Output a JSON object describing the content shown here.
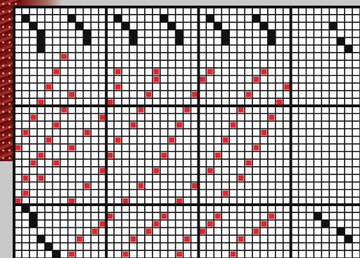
{
  "pattern": {
    "cols": 45,
    "rows": 33,
    "colors": {
      "paper": "#ffffff",
      "line": "#111111",
      "black_fill": "#111111",
      "red_fill": "#e8242b",
      "background": "#c9c9c9",
      "photo": "#7a1410"
    },
    "black_cells": [
      [
        1,
        1
      ],
      [
        2,
        2
      ],
      [
        3,
        3
      ],
      [
        3,
        4
      ],
      [
        3,
        5
      ],
      [
        7,
        1
      ],
      [
        8,
        2
      ],
      [
        9,
        3
      ],
      [
        9,
        4
      ],
      [
        13,
        1
      ],
      [
        14,
        2
      ],
      [
        15,
        3
      ],
      [
        15,
        4
      ],
      [
        19,
        1
      ],
      [
        20,
        2
      ],
      [
        21,
        3
      ],
      [
        21,
        4
      ],
      [
        25,
        1
      ],
      [
        26,
        2
      ],
      [
        27,
        3
      ],
      [
        27,
        4
      ],
      [
        31,
        1
      ],
      [
        32,
        2
      ],
      [
        33,
        3
      ],
      [
        33,
        4
      ],
      [
        41,
        2
      ],
      [
        42,
        4
      ],
      [
        43,
        5
      ],
      [
        1,
        26
      ],
      [
        2,
        27
      ],
      [
        2,
        28
      ],
      [
        3,
        30
      ],
      [
        4,
        31
      ],
      [
        5,
        32
      ],
      [
        39,
        27
      ],
      [
        40,
        28
      ],
      [
        42,
        29
      ],
      [
        43,
        30
      ]
    ],
    "red_cells": [
      [
        0,
        18
      ],
      [
        1,
        16
      ],
      [
        2,
        14
      ],
      [
        3,
        12
      ],
      [
        4,
        10
      ],
      [
        5,
        8
      ],
      [
        6,
        6
      ],
      [
        1,
        22
      ],
      [
        2,
        20
      ],
      [
        3,
        19
      ],
      [
        4,
        17
      ],
      [
        5,
        15
      ],
      [
        6,
        13
      ],
      [
        7,
        11
      ],
      [
        0,
        25
      ],
      [
        1,
        24
      ],
      [
        3,
        22
      ],
      [
        5,
        20
      ],
      [
        7,
        18
      ],
      [
        9,
        16
      ],
      [
        11,
        14
      ],
      [
        12,
        12
      ],
      [
        13,
        10
      ],
      [
        13,
        8
      ],
      [
        7,
        25
      ],
      [
        9,
        23
      ],
      [
        11,
        21
      ],
      [
        12,
        19
      ],
      [
        13,
        17
      ],
      [
        15,
        15
      ],
      [
        16,
        13
      ],
      [
        17,
        11
      ],
      [
        18,
        9
      ],
      [
        18,
        8
      ],
      [
        14,
        25
      ],
      [
        16,
        23
      ],
      [
        18,
        21
      ],
      [
        19,
        19
      ],
      [
        20,
        17
      ],
      [
        21,
        15
      ],
      [
        22,
        13
      ],
      [
        23,
        11
      ],
      [
        24,
        9
      ],
      [
        25,
        8
      ],
      [
        21,
        25
      ],
      [
        23,
        23
      ],
      [
        25,
        21
      ],
      [
        26,
        19
      ],
      [
        27,
        17
      ],
      [
        28,
        15
      ],
      [
        29,
        13
      ],
      [
        30,
        11
      ],
      [
        31,
        9
      ],
      [
        32,
        8
      ],
      [
        27,
        24
      ],
      [
        29,
        22
      ],
      [
        30,
        20
      ],
      [
        31,
        18
      ],
      [
        32,
        16
      ],
      [
        33,
        14
      ],
      [
        34,
        12
      ],
      [
        35,
        10
      ],
      [
        7,
        32
      ],
      [
        8,
        30
      ],
      [
        10,
        29
      ],
      [
        11,
        28
      ],
      [
        12,
        27
      ],
      [
        14,
        32
      ],
      [
        15,
        30
      ],
      [
        17,
        29
      ],
      [
        18,
        28
      ],
      [
        19,
        27
      ],
      [
        21,
        32
      ],
      [
        22,
        30
      ],
      [
        24,
        29
      ],
      [
        25,
        28
      ],
      [
        26,
        27
      ],
      [
        28,
        32
      ],
      [
        29,
        30
      ],
      [
        31,
        29
      ],
      [
        32,
        28
      ],
      [
        33,
        27
      ]
    ]
  }
}
